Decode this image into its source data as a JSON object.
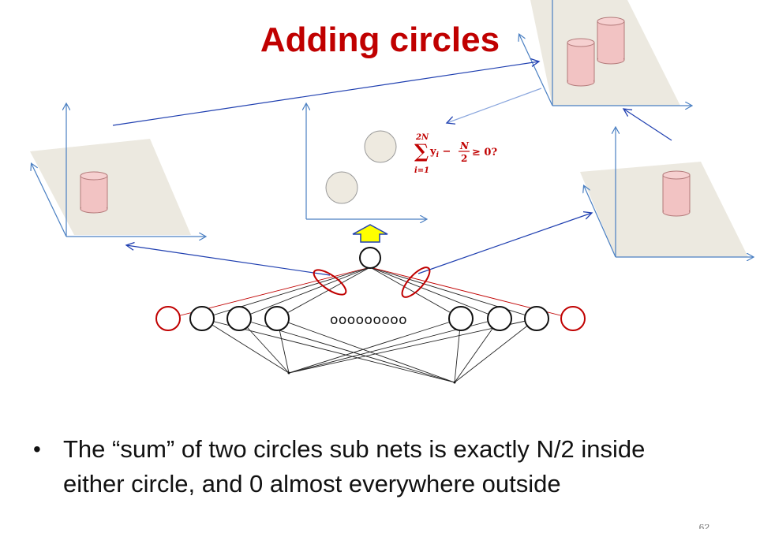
{
  "slide": {
    "title": "Adding circles",
    "bullet_symbol": "•",
    "bullet_line1": "The “sum” of two circles sub nets is exactly N/2 inside",
    "bullet_line2": "either circle, and 0 almost everywhere outside",
    "page_number": "62"
  },
  "formula": {
    "upper": "2N",
    "sigma": "∑",
    "lower": "i=1",
    "term": "y",
    "term_sub": "i",
    "minus": " − ",
    "frac_num": "N",
    "frac_den": "2",
    "tail": "≥ 0?"
  },
  "network": {
    "dots": "ooooooooo"
  },
  "colors": {
    "title": "#c00000",
    "plane_fill": "#ece9e0",
    "axis": "#4a7fc2",
    "cylinder_fill": "#f2c3c3",
    "cylinder_stroke": "#b37a7a",
    "red_unit": "#c00000",
    "arrow_blue": "#1f3fb0",
    "yellow_arrow": "#ffff00",
    "disc_fill": "#eeeae0"
  }
}
